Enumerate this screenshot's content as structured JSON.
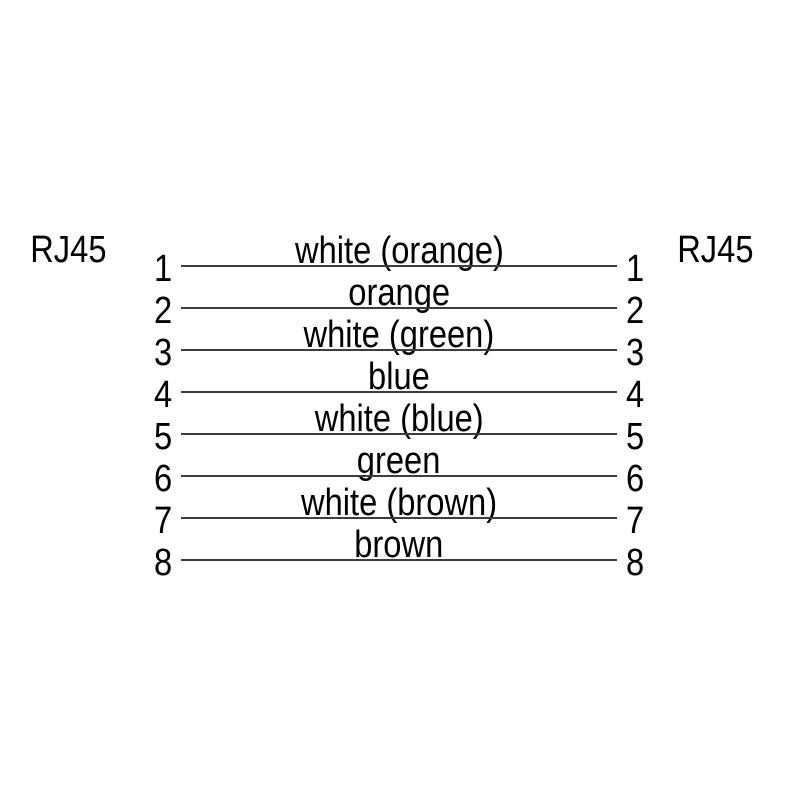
{
  "diagram": {
    "type": "cable-pinout",
    "left_connector_label": "RJ45",
    "right_connector_label": "RJ45",
    "rows": [
      {
        "left_pin": "1",
        "wire_label": "white (orange)",
        "right_pin": "1"
      },
      {
        "left_pin": "2",
        "wire_label": "orange",
        "right_pin": "2"
      },
      {
        "left_pin": "3",
        "wire_label": "white (green)",
        "right_pin": "3"
      },
      {
        "left_pin": "4",
        "wire_label": "blue",
        "right_pin": "4"
      },
      {
        "left_pin": "5",
        "wire_label": "white (blue)",
        "right_pin": "5"
      },
      {
        "left_pin": "6",
        "wire_label": "green",
        "right_pin": "6"
      },
      {
        "left_pin": "7",
        "wire_label": "white (brown)",
        "right_pin": "7"
      },
      {
        "left_pin": "8",
        "wire_label": "brown",
        "right_pin": "8"
      }
    ],
    "colors": {
      "background": "#ffffff",
      "line": "#3d3d3d",
      "text": "#000000"
    }
  }
}
